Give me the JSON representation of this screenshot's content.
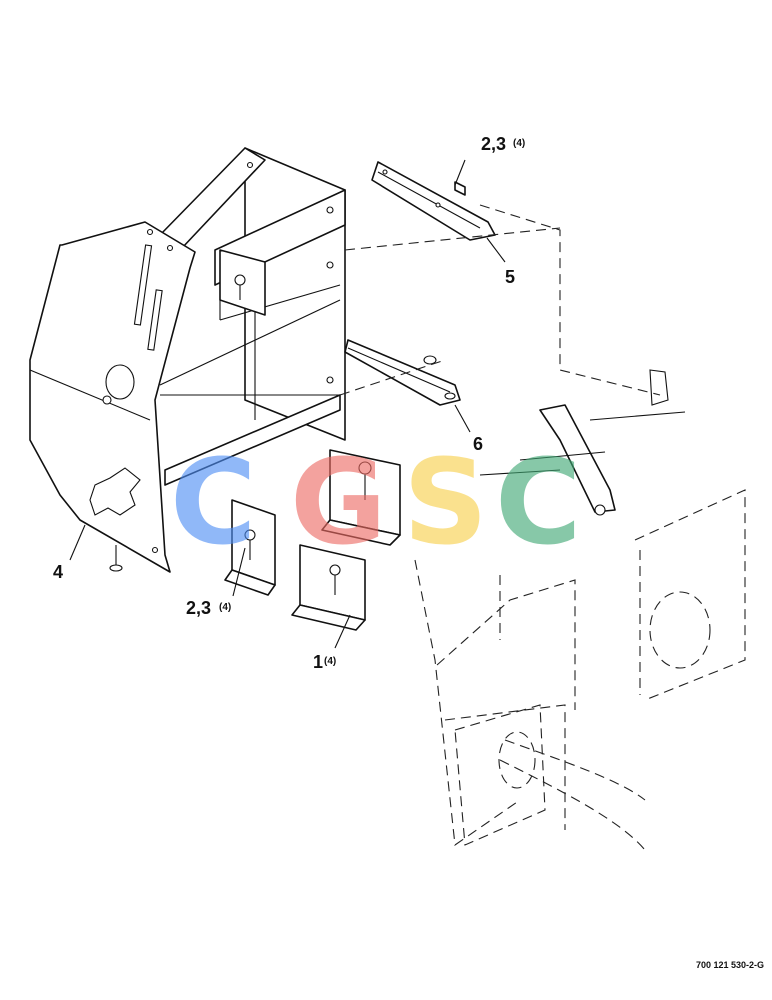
{
  "callouts": [
    {
      "id": "c-23-top",
      "main": "2,3",
      "qty": "(4)"
    },
    {
      "id": "c-5",
      "main": "5",
      "qty": ""
    },
    {
      "id": "c-6",
      "main": "6",
      "qty": ""
    },
    {
      "id": "c-4",
      "main": "4",
      "qty": ""
    },
    {
      "id": "c-23-bottom",
      "main": "2,3",
      "qty": "(4)"
    },
    {
      "id": "c-1",
      "main": "1",
      "qty": "(4)"
    }
  ],
  "drawing_number": "700 121 530-2-G",
  "watermark": {
    "letters": [
      "C",
      "G",
      "S",
      "C"
    ],
    "colors": [
      "#4d8ef5",
      "#ec6a63",
      "#f7cf4a",
      "#3fa873"
    ]
  }
}
